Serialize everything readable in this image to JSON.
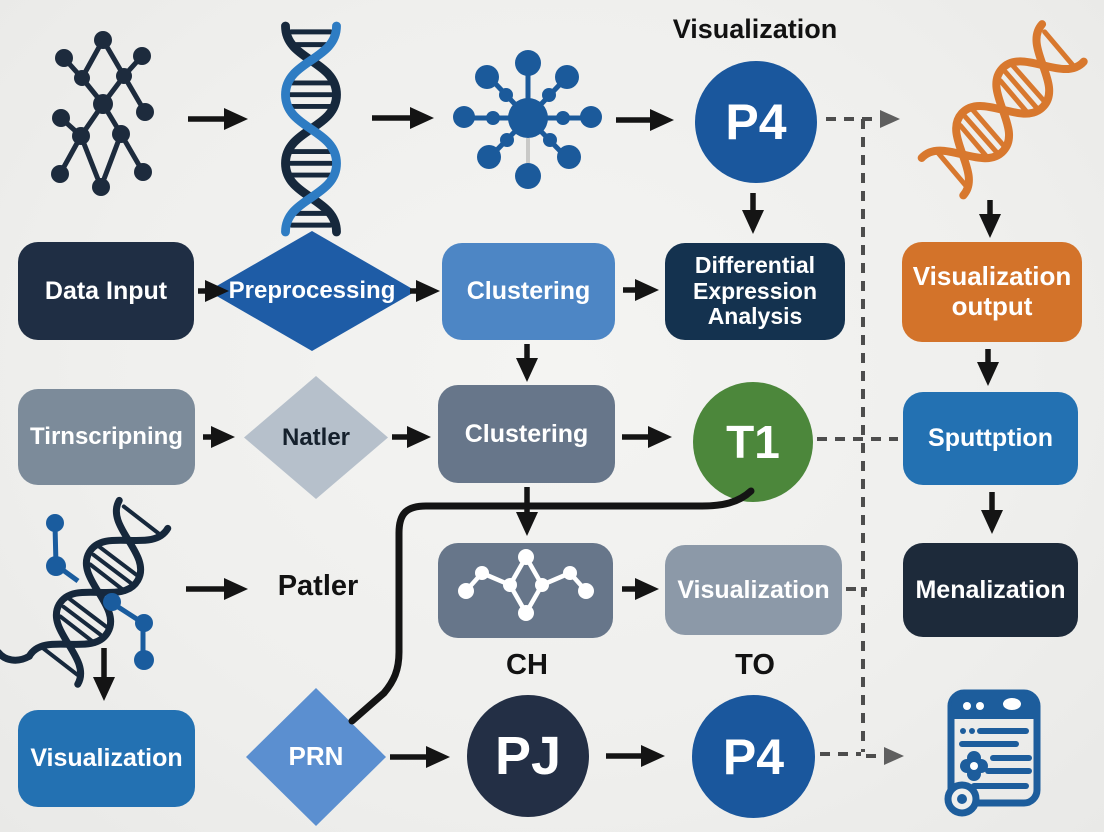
{
  "diagram_type": "bioinformatics-pipeline-flowchart",
  "colors": {
    "background": "#efefed",
    "dark_navy": "#1f2e44",
    "navy_deep": "#14324f",
    "navy_dark2": "#1d2a3a",
    "blue_diamond": "#1e5ca6",
    "blue_medium": "#4d86c5",
    "blue_strong": "#2371b2",
    "blue_light_diamond": "#5b8fd0",
    "gray_blue": "#7c8b9a",
    "gray_slate": "#67768a",
    "gray_light": "#8c99a8",
    "gray_diamond": "#b6c0cb",
    "green": "#4c873b",
    "orange_box": "#d3732a",
    "orange_helix": "#d8782e",
    "circle_blue": "#1a579d",
    "circle_navy": "#232f45",
    "arrow_black": "#141414",
    "dashed_gray": "#4d4d4d",
    "icon_navy": "#16283c",
    "icon_blue": "#1b5a9b",
    "doc_blue": "#1d5d9c"
  },
  "labels": {
    "visualization_top": "Visualization",
    "patler": "Patler",
    "ch": "CH",
    "to": "TO"
  },
  "nodes": {
    "data_input": "Data Input",
    "preprocessing": "Preprocessing",
    "clustering_top": "Clustering",
    "differential_expression": "Differential Expression Analysis",
    "visualization_output": "Visualization output",
    "transcription": "Tirnscripning",
    "natler": "Natler",
    "clustering_mid": "Clustering",
    "t1": "T1",
    "sputtption": "Sputtption",
    "visualization_mid": "Visualization",
    "menalization": "Menalization",
    "visualization_bottom": "Visualization",
    "prn": "PRN",
    "pj": "PJ",
    "p4_top": "P4",
    "p4_bottom": "P4"
  },
  "icons": {
    "molecule_network": "dark node-edge graph",
    "dna_helix_blue": "vertical double helix, navy + blue strands",
    "network_hub": "blue hub with radiating spoke nodes",
    "dna_helix_orange": "diagonal orange double helix",
    "dna_fragment": "diagonal navy helix with blue nodes",
    "molecule_white": "white node graph inside gray box",
    "report_document": "blue report page with text lines and curl"
  }
}
